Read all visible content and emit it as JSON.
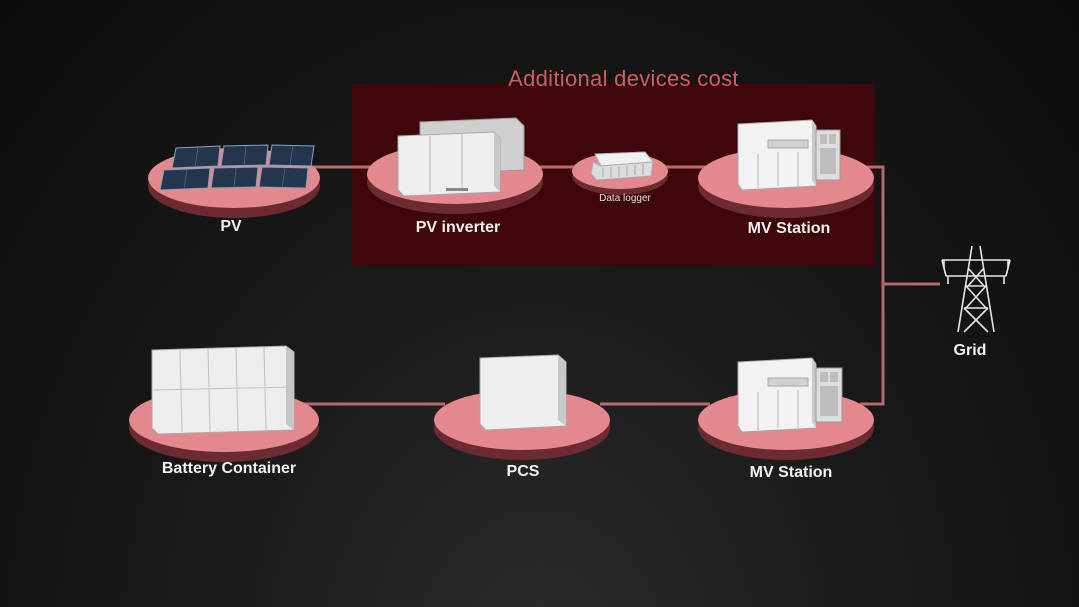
{
  "highlight": {
    "title": "Additional devices cost",
    "color": "#d9595b",
    "box_color": "#3e0709"
  },
  "colors": {
    "platform": "#e3888d",
    "platform_dark": "#6b2b31",
    "wire": "#b56a6f",
    "device": "#e2e2e2"
  },
  "nodes": {
    "pv": {
      "label": "PV",
      "icon": "solar-panel-icon"
    },
    "pv_inverter": {
      "label": "PV inverter",
      "icon": "inverter-icon"
    },
    "data_logger": {
      "label": "Data logger",
      "icon": "data-logger-icon"
    },
    "mv_station_top": {
      "label": "MV Station",
      "icon": "mv-station-icon"
    },
    "grid": {
      "label": "Grid",
      "icon": "transmission-tower-icon"
    },
    "battery": {
      "label": "Battery Container",
      "icon": "battery-container-icon"
    },
    "pcs": {
      "label": "PCS",
      "icon": "pcs-cabinet-icon"
    },
    "mv_station_bottom": {
      "label": "MV Station",
      "icon": "mv-station-icon"
    }
  }
}
